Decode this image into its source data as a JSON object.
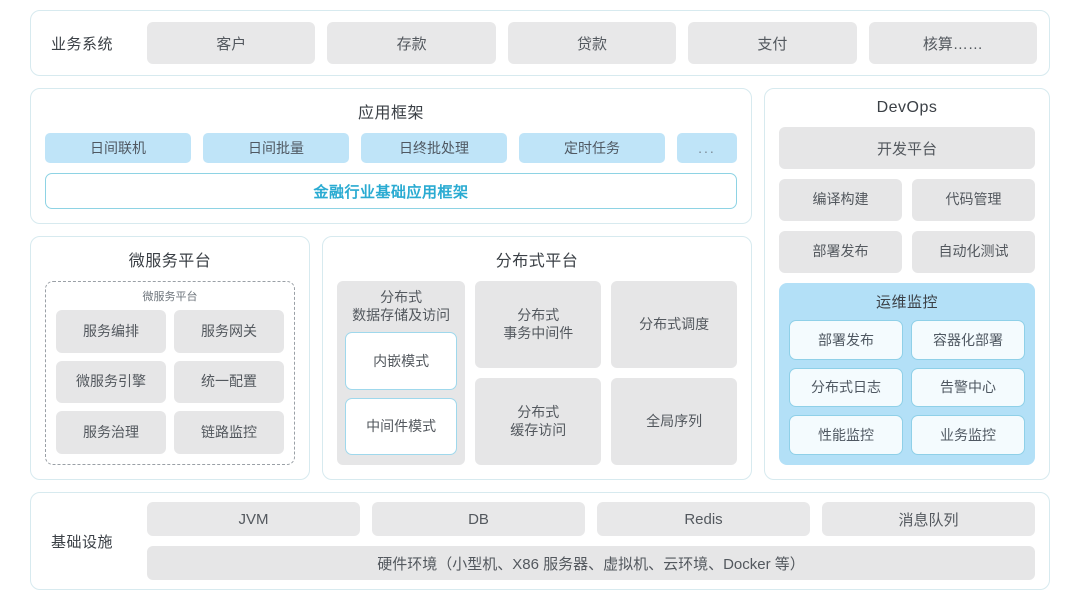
{
  "business_systems": {
    "label": "业务系统",
    "items": [
      "客户",
      "存款",
      "贷款",
      "支付",
      "核算……"
    ]
  },
  "app_framework": {
    "title": "应用框架",
    "chips": [
      "日间联机",
      "日间批量",
      "日终批处理",
      "定时任务",
      "..."
    ],
    "foundation_bar": "金融行业基础应用框架"
  },
  "microservice_platform": {
    "title": "微服务平台",
    "inner_title": "微服务平台",
    "tiles": [
      "服务编排",
      "服务网关",
      "微服务引擎",
      "统一配置",
      "服务治理",
      "链路监控"
    ]
  },
  "distributed_platform": {
    "title": "分布式平台",
    "storage": {
      "title": "分布式\n数据存储及访问",
      "title_line1": "分布式",
      "title_line2": "数据存储及访问",
      "modes": [
        "内嵌模式",
        "中间件模式"
      ]
    },
    "tiles": [
      {
        "line1": "分布式",
        "line2": "事务中间件"
      },
      {
        "line1": "分布式调度",
        "line2": ""
      },
      {
        "line1": "分布式",
        "line2": "缓存访问"
      },
      {
        "line1": "全局序列",
        "line2": ""
      }
    ]
  },
  "devops": {
    "title": "DevOps",
    "platform": "开发平台",
    "pairs": [
      [
        "编译构建",
        "代码管理"
      ],
      [
        "部署发布",
        "自动化测试"
      ]
    ],
    "ops_monitoring": {
      "title": "运维监控",
      "tiles": [
        "部署发布",
        "容器化部署",
        "分布式日志",
        "告警中心",
        "性能监控",
        "业务监控"
      ]
    }
  },
  "infrastructure": {
    "label": "基础设施",
    "items": [
      "JVM",
      "DB",
      "Redis",
      "消息队列"
    ],
    "hardware": "硬件环境（小型机、X86 服务器、虚拟机、云环境、Docker 等）"
  },
  "colors": {
    "panel_border": "#d7eaef",
    "chip_gray": "#e8e8e9",
    "chip_blue": "#bfe4f8",
    "accent_cyan": "#2aabd2",
    "ops_bg": "#b3e0f7",
    "sub_border": "#9fd8ec"
  }
}
